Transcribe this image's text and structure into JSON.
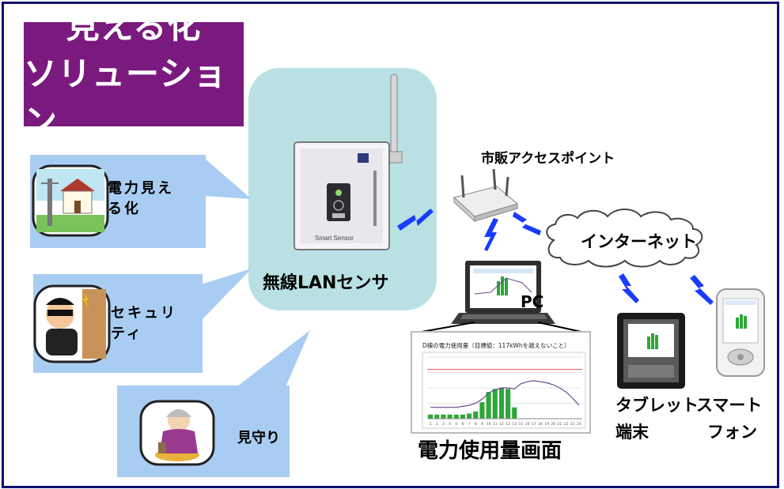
{
  "title": {
    "line1": "見える化",
    "line2": "ソリューション"
  },
  "uses": {
    "power": {
      "line1": "電力見え",
      "line2": "る化"
    },
    "security": {
      "line1": "セキュリ",
      "line2": "ティ"
    },
    "watch": "見守り"
  },
  "sensor": {
    "label": "無線LANセンサ",
    "device_text": "Smart Sensor"
  },
  "network": {
    "access_point": "市販アクセスポイント",
    "internet": "インターネット",
    "pc": "PC",
    "tablet": {
      "line1": "タブレット",
      "line2": "端末"
    },
    "smartphone": {
      "line1": "スマート",
      "line2": "フォン"
    }
  },
  "screen": {
    "caption": "電力使用量画面",
    "chart_header": "D棟の電力使用量（目標値：117kWhを越えないこと）"
  },
  "chart_data": {
    "type": "bar",
    "title": "D棟の電力使用量（目標値：117kWhを越えないこと）",
    "categories": [
      "1",
      "2",
      "3",
      "4",
      "5",
      "6",
      "7",
      "8",
      "9",
      "10",
      "11",
      "12",
      "13",
      "14",
      "15",
      "16",
      "17",
      "18",
      "19",
      "20",
      "21",
      "22",
      "23",
      "24"
    ],
    "values": [
      8,
      8,
      8,
      8,
      8,
      8,
      10,
      14,
      32,
      52,
      58,
      60,
      58,
      22,
      0,
      0,
      0,
      0,
      0,
      0,
      0,
      0,
      0,
      0
    ],
    "line_values": [
      22,
      22,
      22,
      22,
      22,
      24,
      26,
      30,
      38,
      50,
      56,
      60,
      60,
      58,
      68,
      72,
      74,
      72,
      70,
      66,
      60,
      52,
      40,
      26
    ],
    "target_line": 96,
    "ylim": [
      0,
      120
    ],
    "colors": {
      "bar": "#2ea63a",
      "line": "#6a4a8a",
      "target": "#e05050"
    }
  },
  "colors": {
    "title_bg": "#7a1a7e",
    "sensor_bg": "#b9e1e3",
    "bubble": "#a9cdf2",
    "lightning": "#1a3cff",
    "frame": "#101070"
  }
}
